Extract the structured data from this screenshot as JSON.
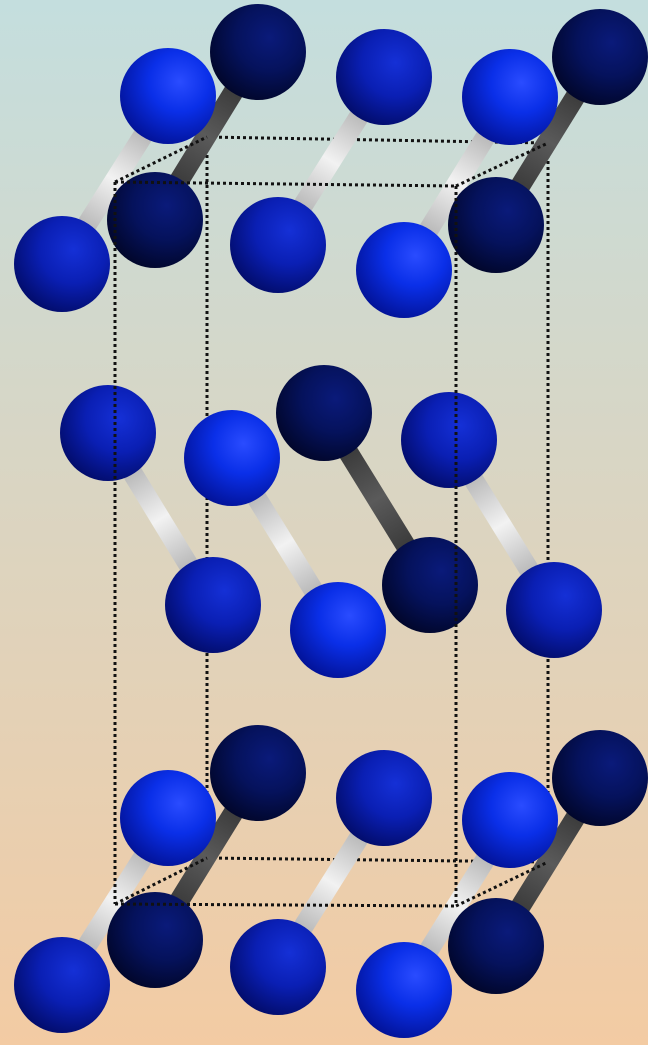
{
  "colors": {
    "background_top": "#c4dede",
    "background_bottom": "#f3cba3",
    "atom_light": "#0a2fe8",
    "atom_dark": "#05125c",
    "bond_light": "#dcdcdc",
    "bond_dark": "#3a3a3a",
    "cell_line": "#111111"
  },
  "scene": {
    "subject": "molecular-crystal-unit-cell",
    "atom_layers": 3,
    "bond_rendering": "shaded-cylinder",
    "unit_cell_style": "dotted-box"
  }
}
